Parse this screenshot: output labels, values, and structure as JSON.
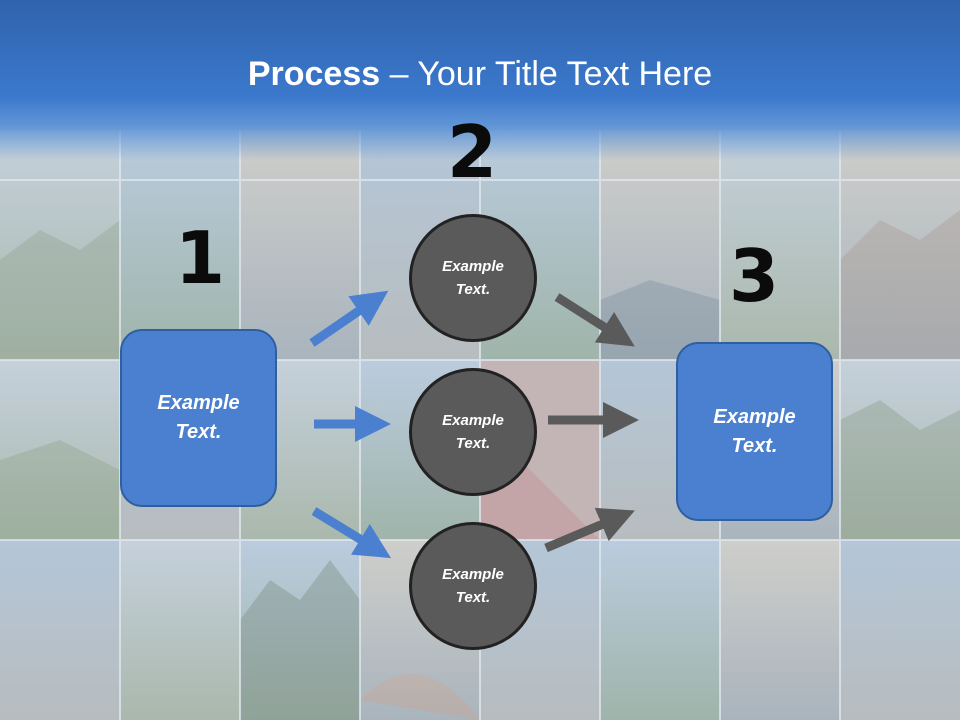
{
  "slide": {
    "title_bold": "Process",
    "title_rest": " – Your Title Text Here",
    "colors": {
      "header": "#3b78cc",
      "box_fill": "#4a80cf",
      "circle_fill": "#5a5a5a",
      "blue_arrow": "#4a80cf",
      "gray_arrow": "#5a5a5a"
    }
  },
  "steps": {
    "one": {
      "number": "1",
      "text": "Example\nText."
    },
    "two": {
      "number": "2"
    },
    "three": {
      "number": "3",
      "text": "Example\nText."
    }
  },
  "nodes": [
    {
      "text": "Example\nText."
    },
    {
      "text": "Example\nText."
    },
    {
      "text": "Example\nText."
    }
  ]
}
